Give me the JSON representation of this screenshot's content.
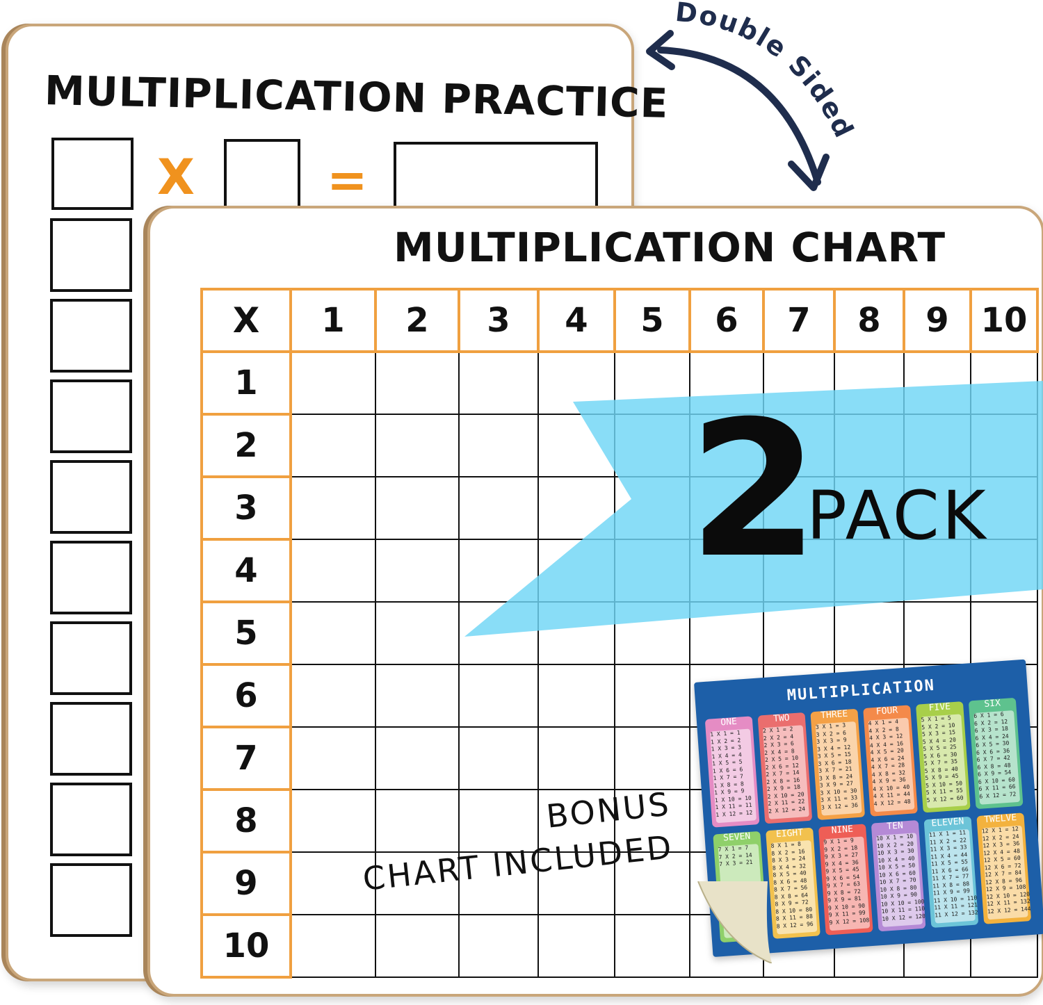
{
  "practice_board": {
    "title": "MULTIPLICATION  PRACTICE",
    "times_symbol": "X",
    "equals_symbol": "="
  },
  "chart_board": {
    "title": "MULTIPLICATION  CHART",
    "corner": "X",
    "column_headers": [
      "1",
      "2",
      "3",
      "4",
      "5",
      "6",
      "7",
      "8",
      "9",
      "10"
    ],
    "row_headers": [
      "1",
      "2",
      "3",
      "4",
      "5",
      "6",
      "7",
      "8",
      "9",
      "10"
    ]
  },
  "double_sided": "Double Sided",
  "pack": {
    "number": "2",
    "word": "PACK"
  },
  "bonus": {
    "line1": "BONUS",
    "line2": "CHART INCLUDED"
  },
  "poster": {
    "title": "MULTIPLICATION",
    "cards": [
      {
        "name": "ONE",
        "color": "#e58cc4",
        "rows": "1 X 1 = 1\n1 X 2 = 2\n1 X 3 = 3\n1 X 4 = 4\n1 X 5 = 5\n1 X 6 = 6\n1 X 7 = 7\n1 X 8 = 8\n1 X 9 = 9\n1 X 10 = 10\n1 X 11 = 11\n1 X 12 = 12"
      },
      {
        "name": "TWO",
        "color": "#ea6e6e",
        "rows": "2 X 1 = 2\n2 X 2 = 4\n2 X 3 = 6\n2 X 4 = 8\n2 X 5 = 10\n2 X 6 = 12\n2 X 7 = 14\n2 X 8 = 16\n2 X 9 = 18\n2 X 10 = 20\n2 X 11 = 22\n2 X 12 = 24"
      },
      {
        "name": "THREE",
        "color": "#f4a146",
        "rows": "3 X 1 = 3\n3 X 2 = 6\n3 X 3 = 9\n3 X 4 = 12\n3 X 5 = 15\n3 X 6 = 18\n3 X 7 = 21\n3 X 8 = 24\n3 X 9 = 27\n3 X 10 = 30\n3 X 11 = 33\n3 X 12 = 36"
      },
      {
        "name": "FOUR",
        "color": "#f48a4a",
        "rows": "4 X 1 = 4\n4 X 2 = 8\n4 X 3 = 12\n4 X 4 = 16\n4 X 5 = 20\n4 X 6 = 24\n4 X 7 = 28\n4 X 8 = 32\n4 X 9 = 36\n4 X 10 = 40\n4 X 11 = 44\n4 X 12 = 48"
      },
      {
        "name": "FIVE",
        "color": "#a8cf4a",
        "rows": "5 X 1 = 5\n5 X 2 = 10\n5 X 3 = 15\n5 X 4 = 20\n5 X 5 = 25\n5 X 6 = 30\n5 X 7 = 35\n5 X 8 = 40\n5 X 9 = 45\n5 X 10 = 50\n5 X 11 = 55\n5 X 12 = 60"
      },
      {
        "name": "SIX",
        "color": "#5ec28e",
        "rows": "6 X 1 = 6\n6 X 2 = 12\n6 X 3 = 18\n6 X 4 = 24\n6 X 5 = 30\n6 X 6 = 36\n6 X 7 = 42\n6 X 8 = 48\n6 X 9 = 54\n6 X 10 = 60\n6 X 11 = 66\n6 X 12 = 72"
      },
      {
        "name": "SEVEN",
        "color": "#8fd06a",
        "rows": "7 X 1 = 7\n7 X 2 = 14\n7 X 3 = 21"
      },
      {
        "name": "EIGHT",
        "color": "#f2c14e",
        "rows": "8 X 1 = 8\n8 X 2 = 16\n8 X 3 = 24\n8 X 4 = 32\n8 X 5 = 40\n8 X 6 = 48\n8 X 7 = 56\n8 X 8 = 64\n8 X 9 = 72\n8 X 10 = 80\n8 X 11 = 88\n8 X 12 = 96"
      },
      {
        "name": "NINE",
        "color": "#ee5e56",
        "rows": "9 X 1 = 9\n9 X 2 = 18\n9 X 3 = 27\n9 X 4 = 36\n9 X 5 = 45\n9 X 6 = 54\n9 X 7 = 63\n9 X 8 = 72\n9 X 9 = 81\n9 X 10 = 90\n9 X 11 = 99\n9 X 12 = 108"
      },
      {
        "name": "TEN",
        "color": "#b58ad6",
        "rows": "10 X 1 = 10\n10 X 2 = 20\n10 X 3 = 30\n10 X 4 = 40\n10 X 5 = 50\n10 X 6 = 60\n10 X 7 = 70\n10 X 8 = 80\n10 X 9 = 90\n10 X 10 = 100\n10 X 11 = 110\n10 X 12 = 120"
      },
      {
        "name": "ELEVEN",
        "color": "#6cc4d8",
        "rows": "11 X 1 = 11\n11 X 2 = 22\n11 X 3 = 33\n11 X 4 = 44\n11 X 5 = 55\n11 X 6 = 66\n11 X 7 = 77\n11 X 8 = 88\n11 X 9 = 99\n11 X 10 = 110\n11 X 11 = 121\n11 X 12 = 132"
      },
      {
        "name": "TWELVE",
        "color": "#f3b23e",
        "rows": "12 X 1 = 12\n12 X 2 = 24\n12 X 3 = 36\n12 X 4 = 48\n12 X 5 = 60\n12 X 6 = 72\n12 X 7 = 84\n12 X 8 = 96\n12 X 9 = 108\n12 X 10 = 120\n12 X 11 = 132\n12 X 12 = 144"
      }
    ]
  },
  "colors": {
    "orange_accent": "#f0921e",
    "chart_border": "#f0a040",
    "board_edge": "#c9a67a",
    "banner_blue": "#6fd6f5",
    "arrow_navy": "#1f2d4d",
    "poster_blue": "#1d5fa8"
  }
}
